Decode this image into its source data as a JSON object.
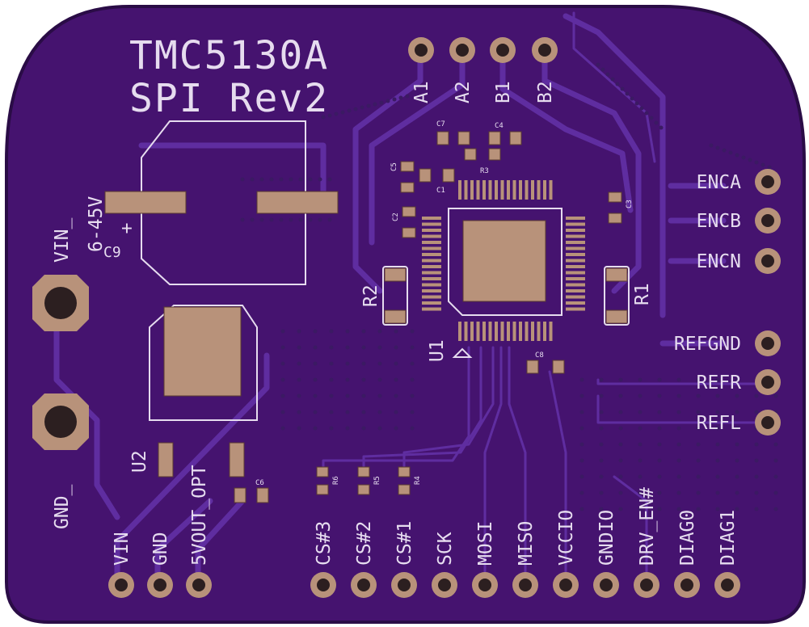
{
  "board": {
    "title_line1": "TMC5130A",
    "title_line2": "SPI Rev2",
    "colors": {
      "board": "#45136f",
      "trace": "#5f2da0",
      "silk": "#e6dcef",
      "pad": "#b8927a"
    }
  },
  "top_pins": [
    "A1",
    "A2",
    "B1",
    "B2"
  ],
  "right_pins_top": [
    "ENCA",
    "ENCB",
    "ENCN"
  ],
  "right_pins_bottom": [
    "REFGND",
    "REFR",
    "REFL"
  ],
  "bottom_pins_left": [
    "VIN",
    "GND",
    "5VOUT_OPT"
  ],
  "bottom_pins_right": [
    "CS#3",
    "CS#2",
    "CS#1",
    "SCK",
    "MOSI",
    "MISO",
    "VCCIO",
    "GNDIO",
    "DRV_EN#",
    "DIAG0",
    "DIAG1"
  ],
  "left_labels": {
    "vin": "VIN_",
    "gnd": "GND_",
    "voltage": "6-45V",
    "plus": "+"
  },
  "components": {
    "c9": "C9",
    "u2": "U2",
    "u1": "U1",
    "r1": "R1",
    "r2": "R2",
    "r3": "R3",
    "r4": "R4",
    "r5": "R5",
    "r6": "R6",
    "c1": "C1",
    "c2": "C2",
    "c3": "C3",
    "c4": "C4",
    "c5": "C5",
    "c6": "C6",
    "c7": "C7",
    "c8": "C8"
  }
}
